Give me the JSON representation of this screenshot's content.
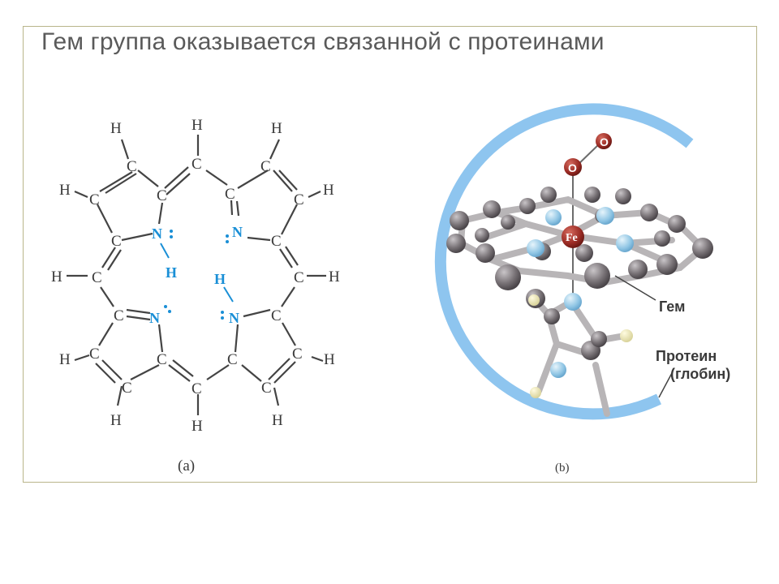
{
  "title": "Гем группа оказывается связанной с протеинами",
  "panel_a": {
    "caption": "(a)",
    "carbon": "C",
    "hydrogen": "H",
    "nitrogen": "N",
    "hydrogen_nh": "H",
    "dash_h_left": "H—C",
    "dash_h_right": "C—H",
    "colors": {
      "structure": "#3a3a3a",
      "nh_highlight": "#1a8fd6"
    }
  },
  "panel_b": {
    "caption": "(b)",
    "iron_label": "Fe",
    "oxygen_label_1": "O",
    "oxygen_label_2": "O",
    "heme_label": "Гем",
    "protein_label_line1": "Протеин",
    "protein_label_line2": "(глобин)",
    "colors": {
      "globin_arc": "#8ec5ef",
      "carbon_atom": "#7a7478",
      "nitrogen_atom": "#9fcbe6",
      "iron_atom": "#9b2b24",
      "oxygen_atom": "#a8302b"
    }
  }
}
